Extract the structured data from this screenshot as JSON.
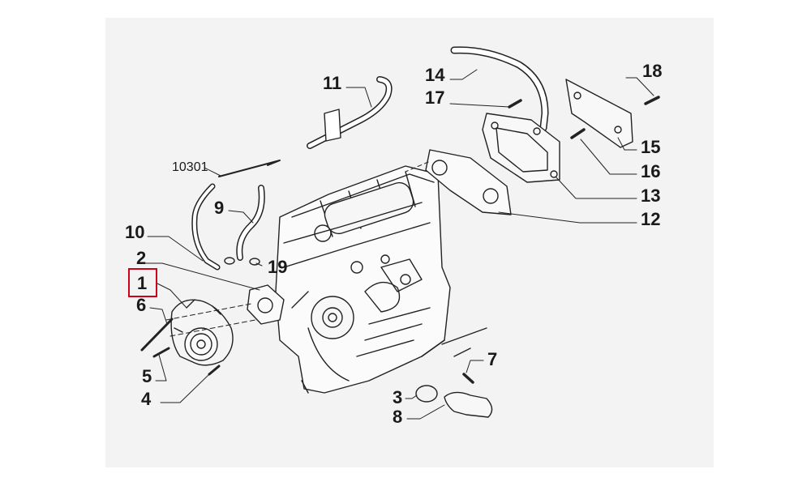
{
  "highlight_color": "#d0021b",
  "callouts": [
    {
      "id": "c1",
      "text": "1"
    },
    {
      "id": "c2",
      "text": "2"
    },
    {
      "id": "c3",
      "text": "3"
    },
    {
      "id": "c4",
      "text": "4"
    },
    {
      "id": "c5",
      "text": "5"
    },
    {
      "id": "c6",
      "text": "6"
    },
    {
      "id": "c7",
      "text": "7"
    },
    {
      "id": "c8",
      "text": "8"
    },
    {
      "id": "c9",
      "text": "9"
    },
    {
      "id": "c10",
      "text": "10"
    },
    {
      "id": "c11",
      "text": "11"
    },
    {
      "id": "c12",
      "text": "12"
    },
    {
      "id": "c13",
      "text": "13"
    },
    {
      "id": "c14",
      "text": "14"
    },
    {
      "id": "c15",
      "text": "15"
    },
    {
      "id": "c16",
      "text": "16"
    },
    {
      "id": "c17",
      "text": "17"
    },
    {
      "id": "c18",
      "text": "18"
    },
    {
      "id": "c19",
      "text": "19"
    },
    {
      "id": "c10301",
      "text": "10301"
    }
  ]
}
